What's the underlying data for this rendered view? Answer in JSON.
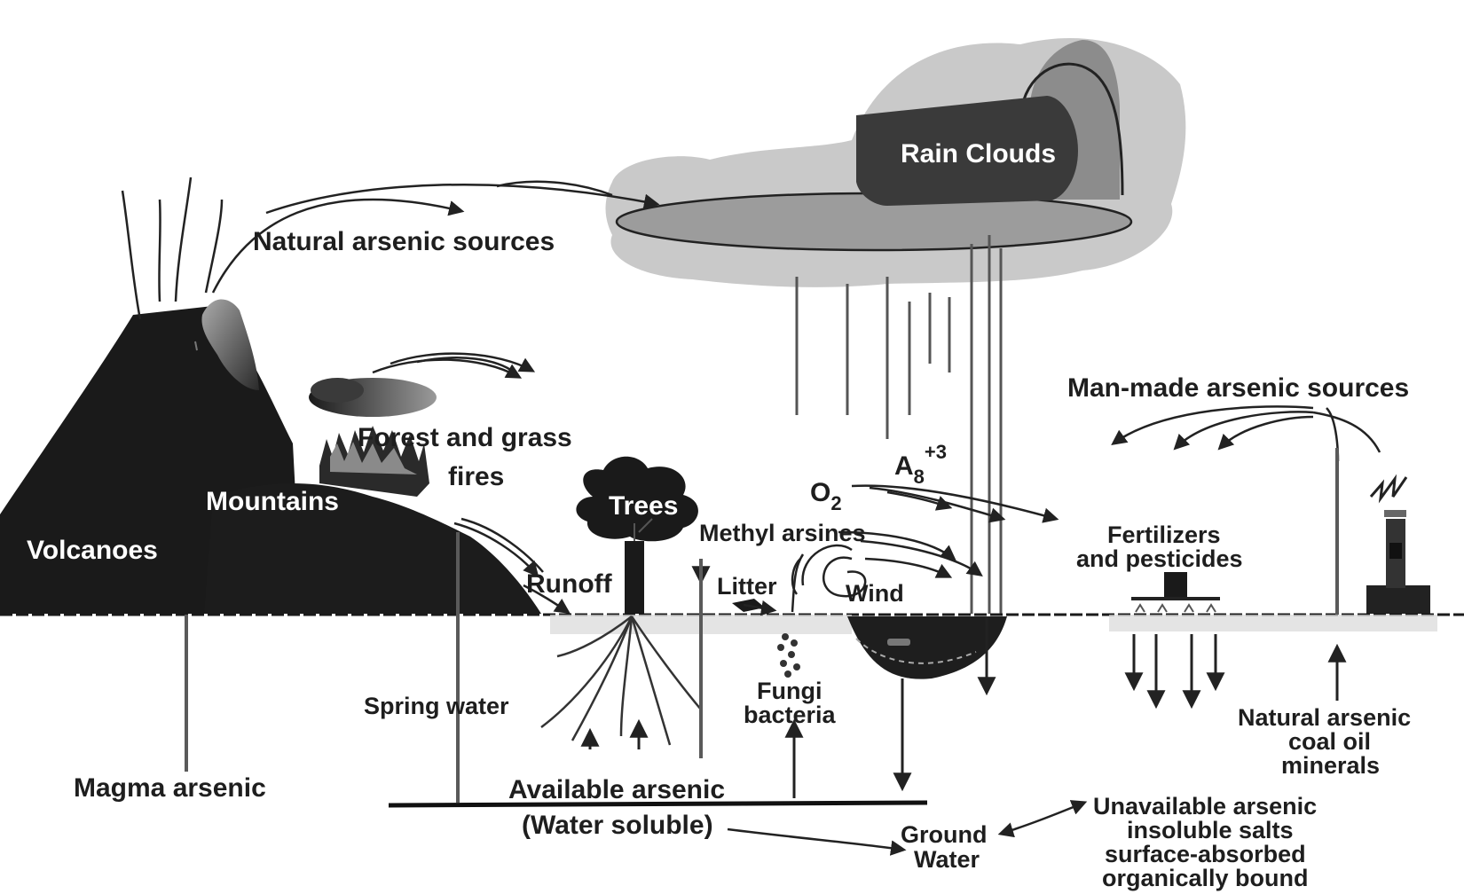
{
  "labels": {
    "rain_clouds": "Rain Clouds",
    "natural_sources": "Natural arsenic sources",
    "man_made_sources": "Man-made arsenic sources",
    "fires_line1": "Forest and grass",
    "fires_line2": "fires",
    "mountains": "Mountains",
    "volcanoes": "Volcanoes",
    "trees": "Trees",
    "o2_base": "O",
    "o2_sub": "2",
    "as_base": "A",
    "as_sub": "8",
    "as_sup": "+3",
    "methyl_arsines": "Methyl arsines",
    "fertilizers_line1": "Fertilizers",
    "fertilizers_line2": "and pesticides",
    "runoff": "Runoff",
    "litter": "Litter",
    "wind": "Wind",
    "spring_water": "Spring water",
    "fungi_line1": "Fungi",
    "fungi_line2": "bacteria",
    "natural_coal_line1": "Natural arsenic",
    "natural_coal_line2": "coal oil",
    "natural_coal_line3": "minerals",
    "magma_arsenic": "Magma arsenic",
    "available_line1": "Available arsenic",
    "available_line2": "(Water soluble)",
    "ground_line1": "Ground",
    "ground_line2": "Water",
    "unavailable_line1": "Unavailable arsenic",
    "unavailable_line2": "insoluble salts",
    "unavailable_line3": "surface-absorbed",
    "unavailable_line4": "organically bound"
  }
}
